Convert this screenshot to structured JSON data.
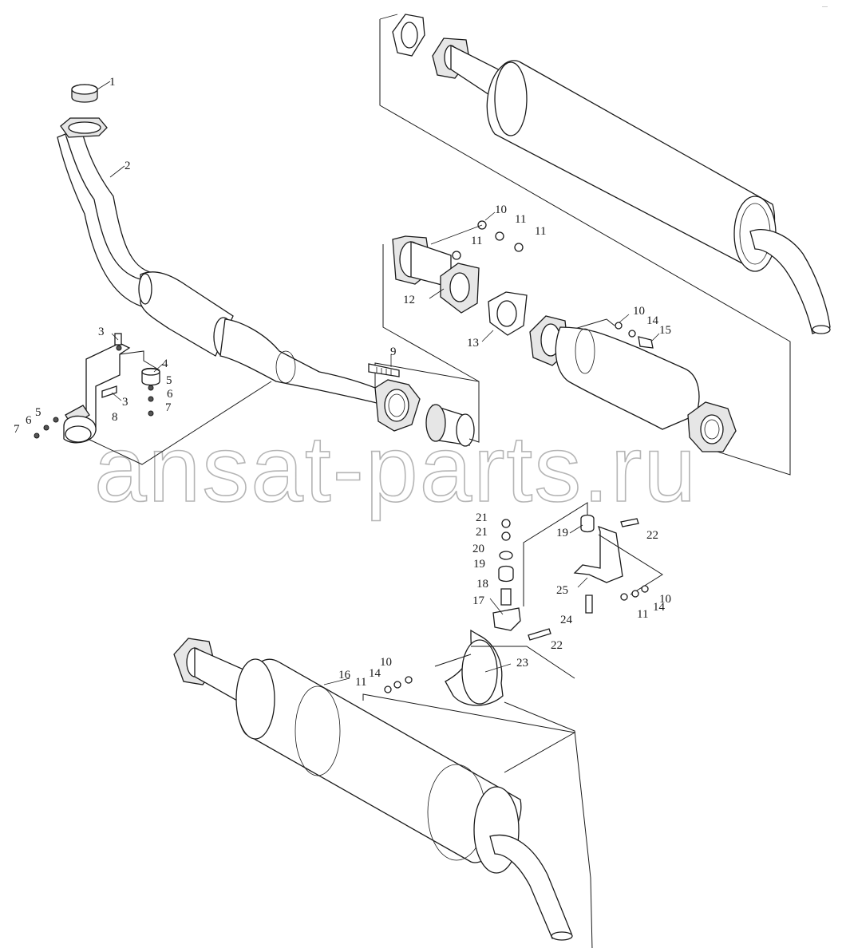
{
  "watermark": "ansat-parts.ru",
  "callouts": [
    {
      "id": "c1",
      "label": "1"
    },
    {
      "id": "c2",
      "label": "2"
    },
    {
      "id": "c3a",
      "label": "3"
    },
    {
      "id": "c3b",
      "label": "3"
    },
    {
      "id": "c4",
      "label": "4"
    },
    {
      "id": "c5a",
      "label": "5"
    },
    {
      "id": "c6a",
      "label": "6"
    },
    {
      "id": "c7a",
      "label": "7"
    },
    {
      "id": "c5b",
      "label": "5"
    },
    {
      "id": "c6b",
      "label": "6"
    },
    {
      "id": "c7b",
      "label": "7"
    },
    {
      "id": "c8",
      "label": "8"
    },
    {
      "id": "c9",
      "label": "9"
    },
    {
      "id": "c10a",
      "label": "10"
    },
    {
      "id": "c11a",
      "label": "11"
    },
    {
      "id": "c11b",
      "label": "11"
    },
    {
      "id": "c11c",
      "label": "11"
    },
    {
      "id": "c12",
      "label": "12"
    },
    {
      "id": "c13",
      "label": "13"
    },
    {
      "id": "c10b",
      "label": "10"
    },
    {
      "id": "c14a",
      "label": "14"
    },
    {
      "id": "c15",
      "label": "15"
    },
    {
      "id": "c16",
      "label": "16"
    },
    {
      "id": "c17",
      "label": "17"
    },
    {
      "id": "c18",
      "label": "18"
    },
    {
      "id": "c19a",
      "label": "19"
    },
    {
      "id": "c20",
      "label": "20"
    },
    {
      "id": "c21a",
      "label": "21"
    },
    {
      "id": "c21b",
      "label": "21"
    },
    {
      "id": "c19b",
      "label": "19"
    },
    {
      "id": "c22a",
      "label": "22"
    },
    {
      "id": "c22b",
      "label": "22"
    },
    {
      "id": "c23",
      "label": "23"
    },
    {
      "id": "c24",
      "label": "24"
    },
    {
      "id": "c25",
      "label": "25"
    },
    {
      "id": "c10c",
      "label": "10"
    },
    {
      "id": "c14b",
      "label": "14"
    },
    {
      "id": "c11d",
      "label": "11"
    },
    {
      "id": "c10d",
      "label": "10"
    },
    {
      "id": "c14c",
      "label": "14"
    },
    {
      "id": "c11e",
      "label": "11"
    }
  ]
}
